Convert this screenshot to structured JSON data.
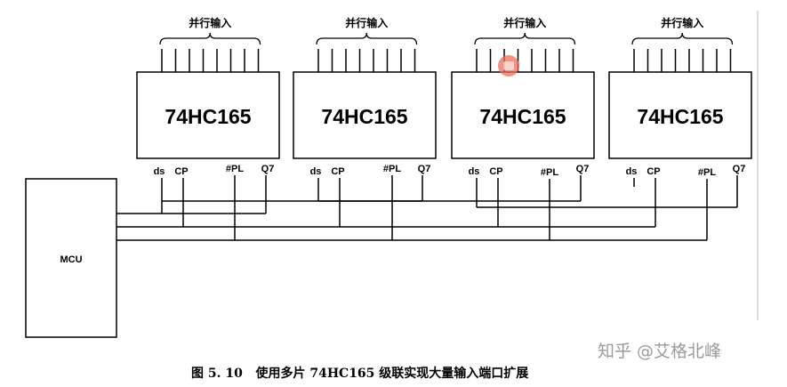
{
  "chip_name": "74HC165",
  "parallel_input_label": "并行输入",
  "pins": {
    "ds": "ds",
    "cp": "CP",
    "pl": "#PL",
    "q7": "Q7"
  },
  "mcu_label": "MCU",
  "caption": "图 5. 10   使用多片 74HC165 级联实现大量输入端口扩展",
  "watermark": "知乎 @艾格北峰",
  "colors": {
    "line": "#000000",
    "watermark_logo": "#e8553f"
  }
}
